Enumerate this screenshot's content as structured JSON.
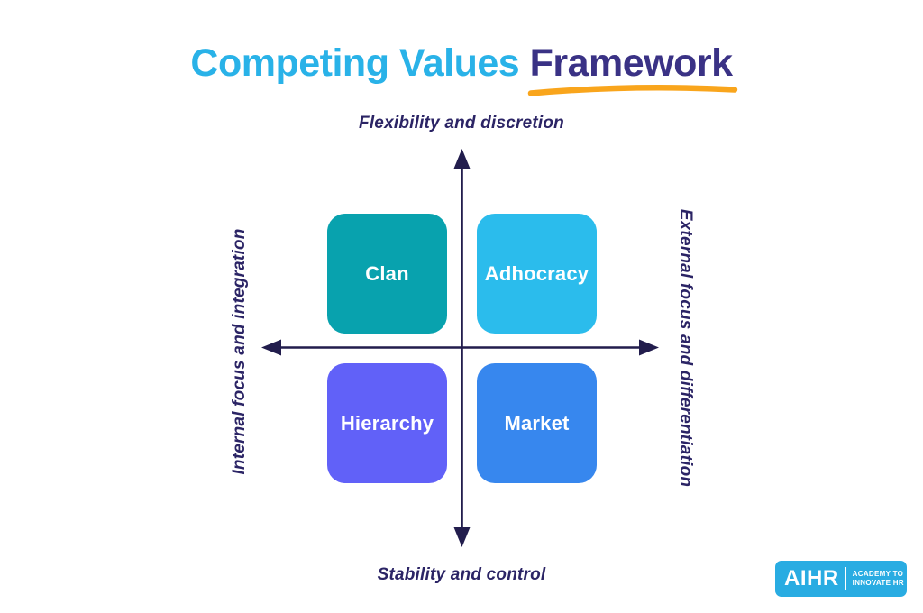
{
  "title": {
    "part1": "Competing Values ",
    "part2": "Framework"
  },
  "axes": {
    "top": "Flexibility and discretion",
    "bottom": "Stability and control",
    "left": "Internal focus and integration",
    "right": "External focus and differentiation"
  },
  "quadrants": [
    {
      "label": "Clan",
      "position": "top-left",
      "color": "#08A2AE"
    },
    {
      "label": "Adhocracy",
      "position": "top-right",
      "color": "#2BBCEC"
    },
    {
      "label": "Hierarchy",
      "position": "bottom-left",
      "color": "#6161F8"
    },
    {
      "label": "Market",
      "position": "bottom-right",
      "color": "#3787EE"
    }
  ],
  "colors": {
    "title_part1": "#29B2E8",
    "title_part2": "#3A3285",
    "underline": "#F9A51C",
    "axis": "#221D4D",
    "axis_label": "#2B2465",
    "logo_bg": "#29ACE2",
    "quadrant_text": "#FFFFFF"
  },
  "logo": {
    "brand": "AIHR",
    "tagline_line1": "ACADEMY TO",
    "tagline_line2": "INNOVATE HR"
  }
}
